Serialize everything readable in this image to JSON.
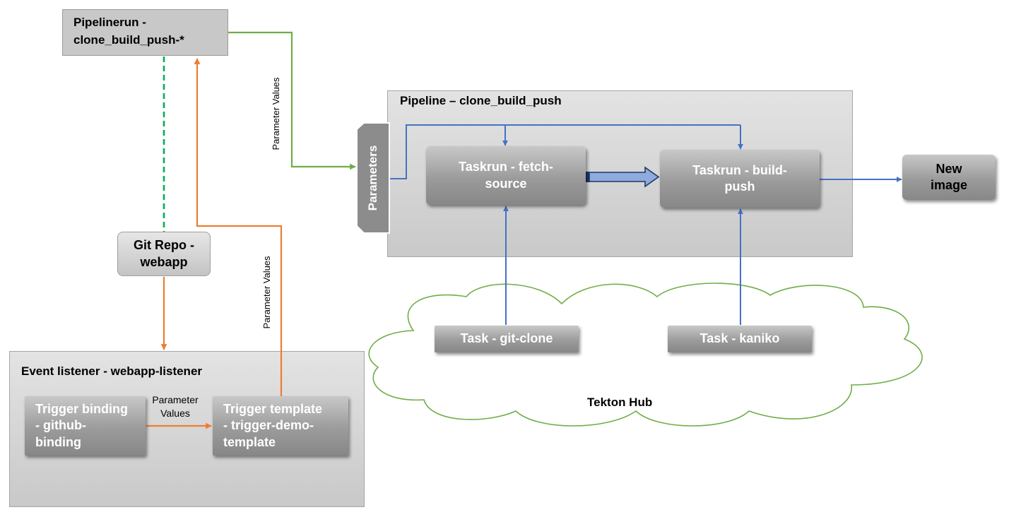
{
  "nodes": {
    "pipelinerun": "Pipelinerun -\nclone_build_push-*",
    "pipeline_title": "Pipeline – clone_build_push",
    "parameters": "Parameters",
    "taskrun_fetch": "Taskrun - fetch-\nsource",
    "taskrun_build": "Taskrun - build-\npush",
    "new_image": "New\nimage",
    "git_repo": "Git Repo -\nwebapp",
    "event_listener_title": "Event listener - webapp-listener",
    "trigger_binding": "Trigger binding\n- github-\nbinding",
    "trigger_template": "Trigger template\n- trigger-demo-\ntemplate",
    "task_git_clone": "Task - git-clone",
    "task_kaniko": "Task - kaniko",
    "tekton_hub": "Tekton Hub"
  },
  "edge_labels": {
    "pipelinerun_to_parameters": "Parameter Values",
    "template_to_pipelinerun": "Parameter Values",
    "binding_to_template": "Parameter\nValues"
  },
  "colors": {
    "green_edge": "#70ad47",
    "orange_edge": "#ed7d31",
    "blue_edge": "#4472c4",
    "dashed_green": "#00b050",
    "cloud_stroke": "#70ad47"
  }
}
